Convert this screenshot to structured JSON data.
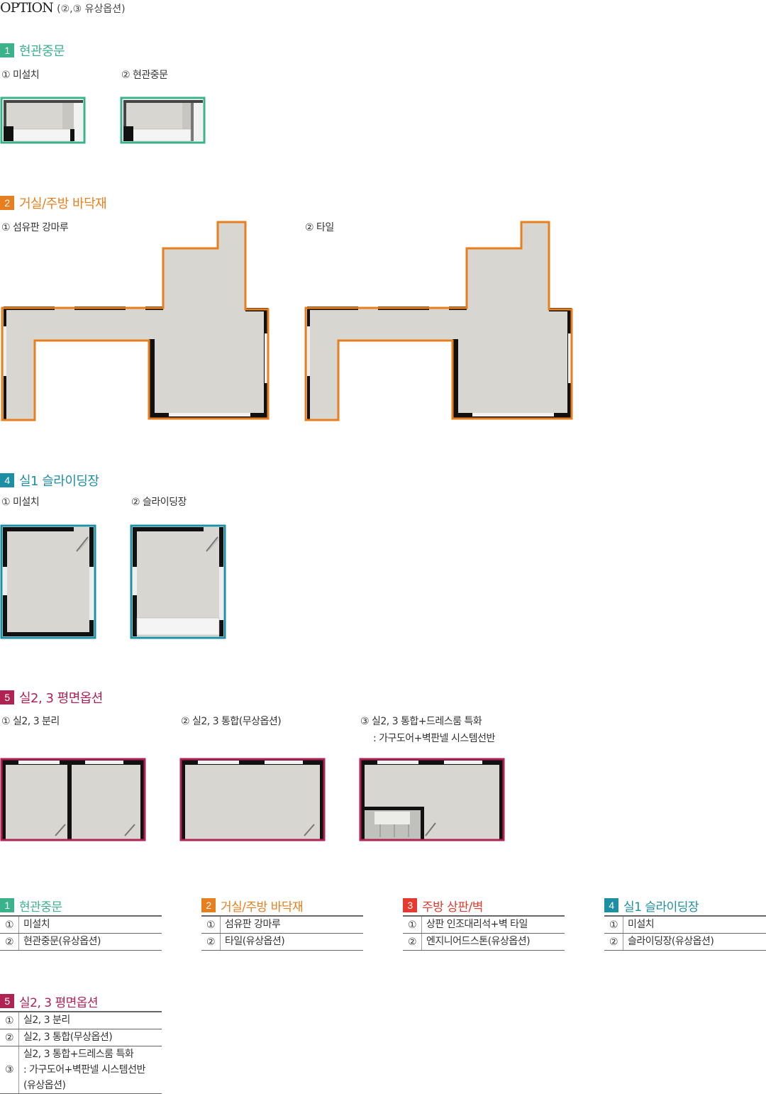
{
  "header": {
    "option": "OPTION",
    "note": "(②,③ 유상옵션)"
  },
  "colors": {
    "green": "#3bb38a",
    "orange": "#e87f1e",
    "teal": "#1d8fa4",
    "crimson": "#b02252",
    "red": "#e63a2e",
    "floor": "#d8d6d0"
  },
  "sections": {
    "s1": {
      "num": "1",
      "title": "현관중문",
      "options": [
        "① 미설치",
        "② 현관중문"
      ]
    },
    "s2": {
      "num": "2",
      "title": "거실/주방 바닥재",
      "options": [
        "① 섬유판 강마루",
        "② 타일"
      ]
    },
    "s4": {
      "num": "4",
      "title": "실1 슬라이딩장",
      "options": [
        "① 미설치",
        "② 슬라이딩장"
      ]
    },
    "s5": {
      "num": "5",
      "title": "실2, 3 평면옵션",
      "options": [
        "① 실2, 3 분리",
        "② 실2, 3 통합(무상옵션)",
        "③ 실2, 3 통합+드레스룸 특화"
      ],
      "option3_sub": ": 가구도어+벽판넬 시스템선반"
    }
  },
  "legend": [
    {
      "num": "1",
      "title": "현관중문",
      "rows": [
        {
          "n": "①",
          "t": "미설치"
        },
        {
          "n": "②",
          "t": "현관중문(유상옵션)"
        }
      ]
    },
    {
      "num": "2",
      "title": "거실/주방 바닥재",
      "rows": [
        {
          "n": "①",
          "t": "섬유판 강마루"
        },
        {
          "n": "②",
          "t": "타일(유상옵션)"
        }
      ]
    },
    {
      "num": "3",
      "title": "주방 상판/벽",
      "rows": [
        {
          "n": "①",
          "t": "상판 인조대리석+벽 타일"
        },
        {
          "n": "②",
          "t": "엔지니어드스톤(유상옵션)"
        }
      ]
    },
    {
      "num": "4",
      "title": "실1 슬라이딩장",
      "rows": [
        {
          "n": "①",
          "t": "미설치"
        },
        {
          "n": "②",
          "t": "슬라이딩장(유상옵션)"
        }
      ]
    },
    {
      "num": "5",
      "title": "실2, 3 평면옵션",
      "rows": [
        {
          "n": "①",
          "t": "실2, 3 분리"
        },
        {
          "n": "②",
          "t": "실2, 3 통합(무상옵션)"
        },
        {
          "n": "③",
          "t": "실2, 3 통합+드레스룸 특화",
          "t2": ": 가구도어+벽판넬 시스템선반",
          "t3": "(유상옵션)"
        }
      ]
    }
  ]
}
